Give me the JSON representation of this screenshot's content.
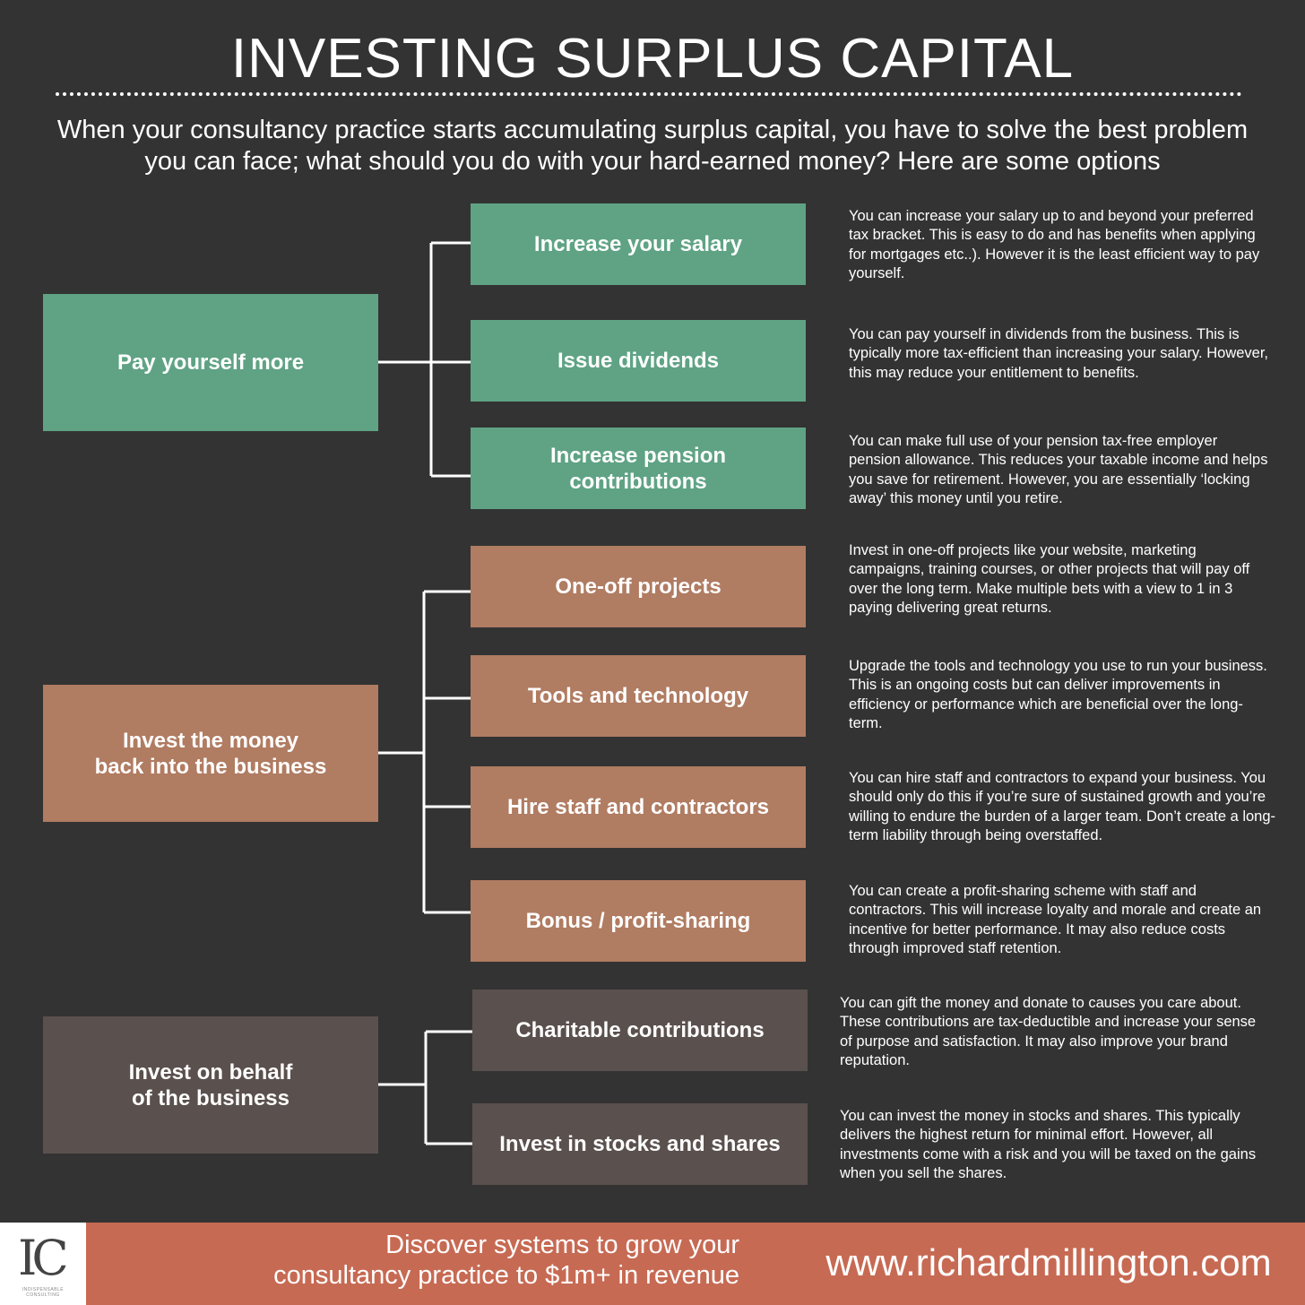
{
  "title": "INVESTING SURPLUS CAPITAL",
  "intro": "When your consultancy practice starts accumulating surplus capital, you have to solve the best problem you can face; what should you do with your hard-earned money? Here are some options",
  "colors": {
    "background": "#333333",
    "green": "#5fa384",
    "brown": "#b07c62",
    "dark": "#5a504d",
    "footer": "#c76a53"
  },
  "categories": [
    {
      "label": "Pay yourself more"
    },
    {
      "label": "Invest the money\nback into the business"
    },
    {
      "label": "Invest on behalf\nof the business"
    }
  ],
  "options": [
    {
      "label": "Increase your salary",
      "desc": "You can increase your salary up to and beyond your preferred tax bracket. This is easy to do and has benefits when applying for mortgages etc..). However it is the least efficient way to pay yourself."
    },
    {
      "label": "Issue dividends",
      "desc": "You can pay yourself in dividends from the business. This is typically more tax-efficient than increasing your salary. However, this may reduce your entitlement to benefits."
    },
    {
      "label": "Increase pension\ncontributions",
      "desc": "You can make full use of your pension tax-free employer pension allowance. This reduces your taxable income and helps you save for retirement. However, you are essentially ‘locking away’ this money until you retire."
    },
    {
      "label": "One-off projects",
      "desc": "Invest in one-off projects like your website, marketing campaigns, training courses, or other projects that will pay off over the long term. Make multiple bets with a view to 1 in 3 paying delivering great returns."
    },
    {
      "label": "Tools and technology",
      "desc": "Upgrade the tools and technology you use to run your business. This is an ongoing costs but can deliver improvements in efficiency or performance which are beneficial over the long-term."
    },
    {
      "label": "Hire staff and contractors",
      "desc": "You can hire staff and contractors to expand your business. You should only do this if you’re sure of sustained growth and you’re willing to endure the burden of a larger team. Don’t create a long-term liability through being overstaffed."
    },
    {
      "label": "Bonus / profit-sharing",
      "desc": "You can create a profit-sharing scheme with staff and contractors. This will increase loyalty and morale and create an incentive for better performance. It may also reduce costs through improved staff retention."
    },
    {
      "label": "Charitable contributions",
      "desc": "You can gift the money and donate to causes you care about. These contributions are tax-deductible and increase your sense of purpose and satisfaction. It may also improve your brand reputation."
    },
    {
      "label": "Invest in stocks and shares",
      "desc": "You can invest the money in stocks and shares. This typically delivers the highest return for minimal effort. However, all investments come with a risk and you will be taxed on the gains when you sell the shares."
    }
  ],
  "footer": {
    "logo_mark": "IC",
    "logo_text": "INDISPENSABLE CONSULTING",
    "cta": "Discover systems to grow your\nconsultancy practice to $1m+ in revenue",
    "url": "www.richardmillington.com"
  }
}
